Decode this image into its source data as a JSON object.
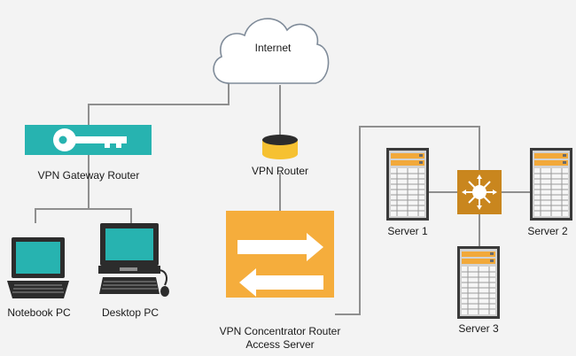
{
  "labels": {
    "internet": "Internet",
    "vpn_gateway": "VPN Gateway Router",
    "vpn_router": "VPN Router",
    "notebook": "Notebook PC",
    "desktop": "Desktop PC",
    "concentrator_line1": "VPN Concentrator Router",
    "concentrator_line2": "Access Server",
    "server1": "Server 1",
    "server2": "Server 2",
    "server3": "Server 3"
  },
  "colors": {
    "background": "#f3f3f3",
    "line": "#8f8f8f",
    "teal": "#27b3b0",
    "orange": "#f5ad3c",
    "switch_brown": "#c9861e",
    "server_grey": "#c9c9c9",
    "dark": "#2c2c2c",
    "yellow": "#f6c131"
  },
  "icons": {
    "internet": "cloud-icon",
    "gateway": "key-icon",
    "router": "router-cylinder-icon",
    "concentrator": "bidirectional-arrows-icon",
    "switch": "switch-star-icon",
    "server": "server-rack-icon",
    "notebook": "laptop-icon",
    "desktop": "desktop-computer-icon"
  }
}
